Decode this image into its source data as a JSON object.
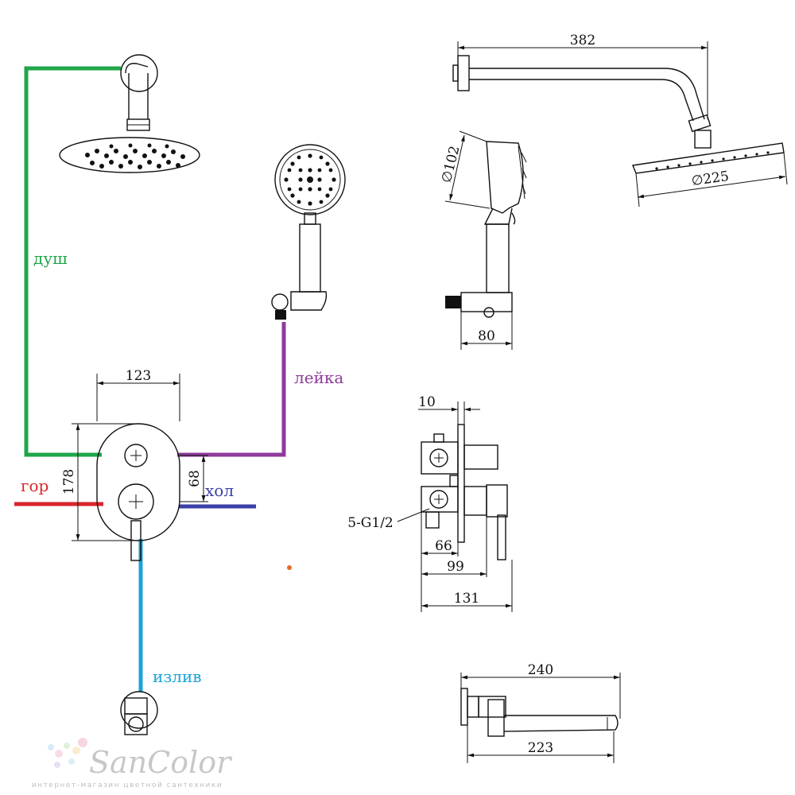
{
  "colors": {
    "shower": "#1fa64a",
    "handshower": "#8e3a9c",
    "hot": "#d9262c",
    "cold": "#3b3fa6",
    "spout": "#1aa3d6",
    "accent_dot": "#e46a2a",
    "lines": "#111111"
  },
  "labels": {
    "shower": "душ",
    "handshower": "лейка",
    "hot": "гор",
    "cold": "хол",
    "spout": "излив"
  },
  "dimensions": {
    "panel_width": "123",
    "panel_height": "178",
    "center_distance": "68",
    "arm_length": "382",
    "head_diameter": "∅225",
    "handshower_diameter": "∅102",
    "holder_width": "80",
    "plate_thickness": "10",
    "thread": "5-G1/2",
    "depth_66": "66",
    "depth_99": "99",
    "depth_131": "131",
    "spout_total": "240",
    "spout_reach": "223"
  },
  "logo": {
    "brand": "SanColor",
    "tagline": "интернет-магазин цветной сантехники"
  }
}
